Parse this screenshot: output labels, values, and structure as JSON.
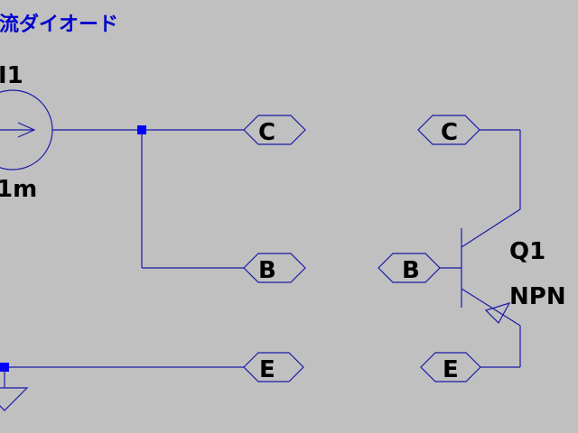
{
  "title": "流ダイオード",
  "colors": {
    "background": "#c0c0c0",
    "wire": "#1a1aa8",
    "junction": "#0000ff",
    "title_text": "#0000cc",
    "label_text": "#000000"
  },
  "source": {
    "name": "I1",
    "value": "1m"
  },
  "left_net_labels": {
    "collector": "C",
    "base": "B",
    "emitter": "E"
  },
  "transistor": {
    "name": "Q1",
    "model": "NPN",
    "collector": "C",
    "base": "B",
    "emitter": "E"
  },
  "icons": [
    "current-source-icon",
    "npn-transistor-icon",
    "ground-icon",
    "junction-dot-icon"
  ]
}
